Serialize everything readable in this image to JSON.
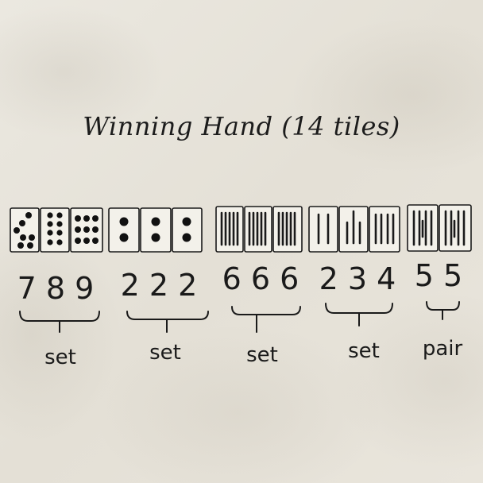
{
  "title": "Winning Hand (14 tiles)",
  "groups": [
    {
      "numbers": "7 8 9",
      "label": "set"
    },
    {
      "numbers": "2 2 2",
      "label": "set"
    },
    {
      "numbers": "6 6 6",
      "label": "set"
    },
    {
      "numbers": "2 3 4",
      "label": "set"
    },
    {
      "numbers": "5 5",
      "label": "pair"
    }
  ]
}
